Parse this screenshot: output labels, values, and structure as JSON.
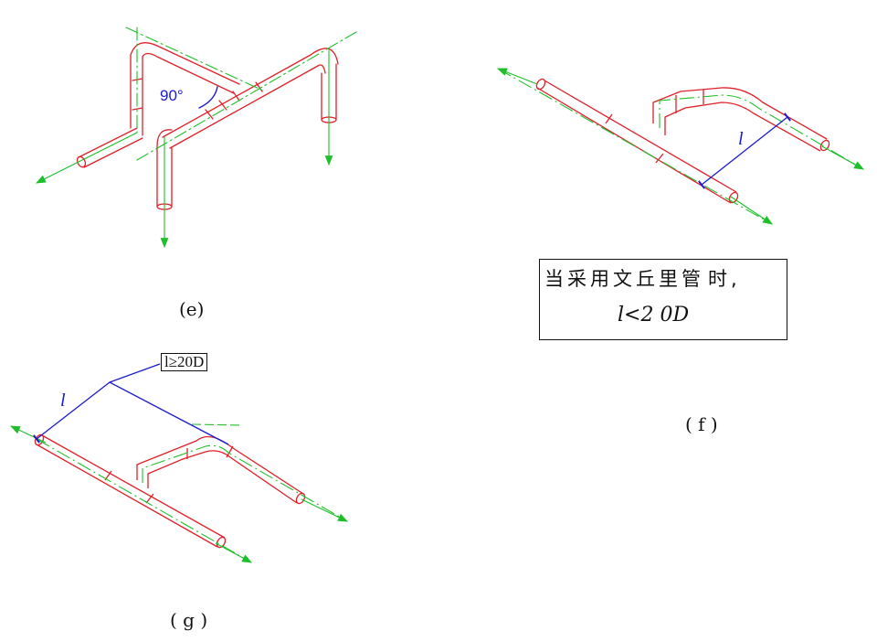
{
  "figures": {
    "e": {
      "caption": "(e)",
      "angle_label": "90°"
    },
    "f": {
      "caption": "( f )",
      "length_label": "l",
      "note_line1_boxed": "当采用文丘里管",
      "note_line1_tail": "时,",
      "note_line2": "l<2 0D"
    },
    "g": {
      "caption": "( g )",
      "length_label": "l",
      "dimension_box": "l≥20D"
    }
  },
  "colors": {
    "pipe": "#e0202a",
    "centerline": "#1fbf2a",
    "dimension": "#1a1ad0",
    "text": "#111111"
  }
}
